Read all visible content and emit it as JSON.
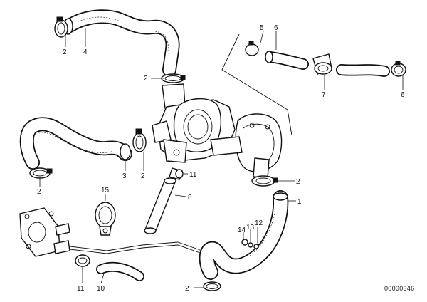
{
  "labels": {
    "l2a": "2",
    "l4": "4",
    "l5": "5",
    "l6a": "6",
    "l2b": "2",
    "l7": "7",
    "l6b": "6",
    "l3": "3",
    "l2c": "2",
    "l11a": "11",
    "l2d": "2",
    "l15": "15",
    "l8": "8",
    "l2e": "2",
    "l1": "1",
    "l14": "14",
    "l13": "13",
    "l12": "12",
    "l11b": "11",
    "l10": "10",
    "l2f": "2"
  },
  "reference": "00000346"
}
